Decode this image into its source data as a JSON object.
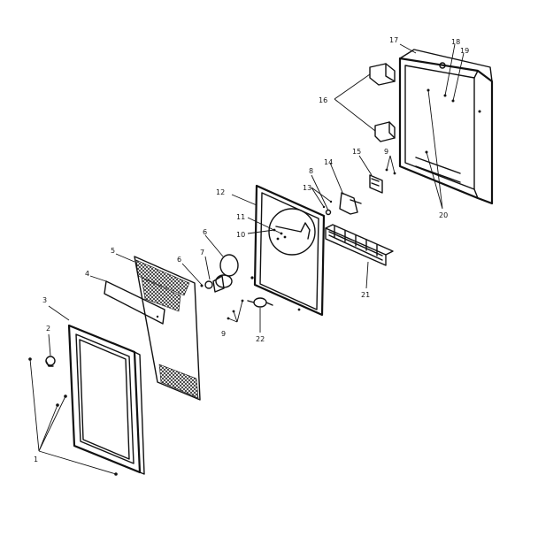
{
  "callouts": {
    "c1": "1",
    "c2": "2",
    "c3": "3",
    "c4": "4",
    "c5": "5",
    "c6a": "6",
    "c6b": "6",
    "c7": "7",
    "c8": "8",
    "c9a": "9",
    "c9b": "9",
    "c10": "10",
    "c11": "11",
    "c12": "12",
    "c13": "13",
    "c14": "14",
    "c15": "15",
    "c16": "16",
    "c17": "17",
    "c18": "18",
    "c19": "19",
    "c20": "20",
    "c21": "21",
    "c22": "22"
  }
}
